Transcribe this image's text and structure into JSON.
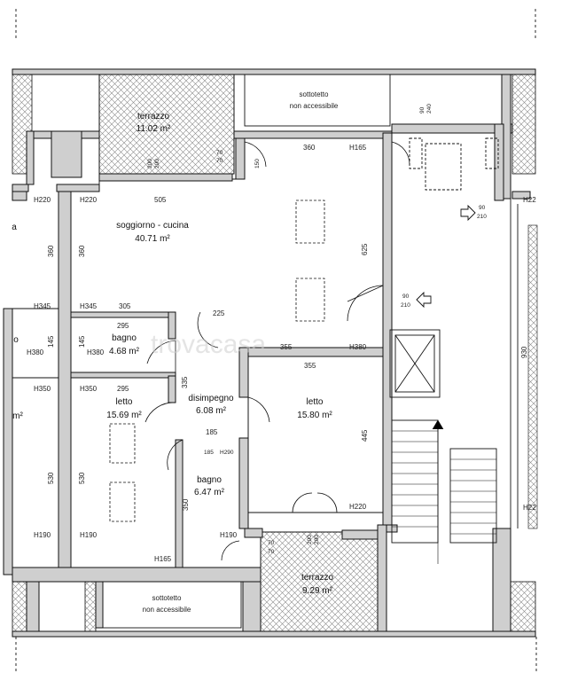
{
  "rooms": {
    "terrazzo_top": {
      "name": "terrazzo",
      "area": "11.02 m²"
    },
    "sottotetto_top": {
      "line1": "sottotetto",
      "line2": "non accessibile"
    },
    "soggiorno": {
      "name": "soggiorno - cucina",
      "area": "40.71 m²"
    },
    "bagno1": {
      "name": "bagno",
      "area": "4.68 m²"
    },
    "letto1": {
      "name": "letto",
      "area": "15.69 m²"
    },
    "disimpegno": {
      "name": "disimpegno",
      "area": "6.08 m²"
    },
    "letto2": {
      "name": "letto",
      "area": "15.80 m²"
    },
    "bagno2": {
      "name": "bagno",
      "area": "6.47 m²"
    },
    "terrazzo_bottom": {
      "name": "terrazzo",
      "area": "9.29 m²"
    },
    "sottotetto_bottom": {
      "line1": "sottotetto",
      "line2": "non accessibile"
    },
    "left_fragment_area": "m²",
    "left_fragment_a": "a",
    "left_fragment_o": "o"
  },
  "dimensions": {
    "d360_top": "360",
    "h165_top": "H165",
    "d505": "505",
    "d625": "625",
    "d360_left": "360",
    "d360_far": "360",
    "d305": "305",
    "d295_a": "295",
    "d145_a": "145",
    "d145_b": "145",
    "d225": "225",
    "d355_a": "355",
    "d355_b": "355",
    "d295_b": "295",
    "d335": "335",
    "d185_a": "185",
    "d185_b": "185",
    "d445": "445",
    "d530_a": "530",
    "d530_b": "530",
    "d350": "350",
    "d930": "930",
    "d150": "150",
    "h220_a": "H220",
    "h220_b": "H220",
    "h220_c": "H220",
    "h345_a": "H345",
    "h345_b": "H345",
    "h380_a": "H380",
    "h380_b": "H380",
    "h380_c": "H380",
    "h350_a": "H350",
    "h350_b": "H350",
    "h290": "H290",
    "h190_a": "H190",
    "h190_b": "H190",
    "h190_c": "H190",
    "h165_bottom": "H165",
    "h22_a": "H22",
    "h22_b": "H22",
    "w90_top": "90",
    "w240": "240",
    "w70_a": "70",
    "w70_b": "70",
    "w200_a": "200",
    "w200_b": "200",
    "w90_mid": "90",
    "w210_mid": "210",
    "w90_right": "90",
    "w210_right": "210",
    "w70_c": "70",
    "w70_d": "70",
    "w200_c": "200",
    "w200_d": "200"
  },
  "watermark": "trovacasa",
  "colors": {
    "wall": "#cfcfcf",
    "line": "#111111",
    "hatch": "#8a8a8a"
  }
}
